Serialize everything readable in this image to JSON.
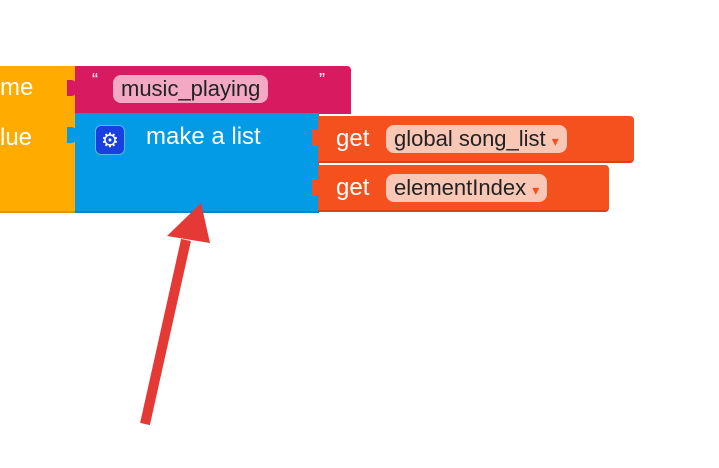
{
  "blocks": {
    "set_block": {
      "label_top": "me",
      "label_bottom": "lue",
      "color": "#ffab00"
    },
    "text_block": {
      "open_quote": "“",
      "value": "music_playing",
      "close_quote": "”",
      "color": "#d81b60"
    },
    "list_block": {
      "label": "make a list",
      "icon": "gear-icon",
      "color": "#039be5"
    },
    "get_blocks": [
      {
        "keyword": "get",
        "variable": "global song_list",
        "dropdown": "▾"
      },
      {
        "keyword": "get",
        "variable": "elementIndex",
        "dropdown": "▾"
      }
    ]
  },
  "annotation": {
    "type": "arrow",
    "color": "#e53935"
  }
}
